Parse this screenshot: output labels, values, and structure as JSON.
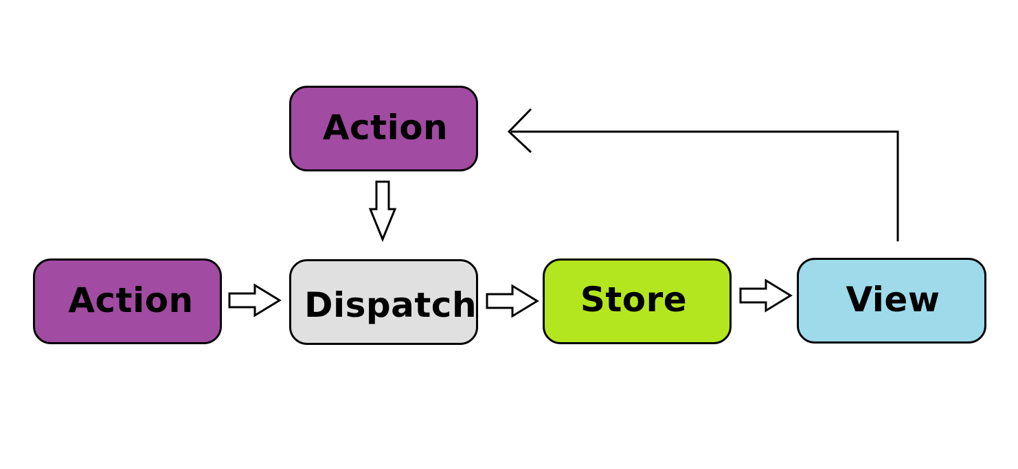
{
  "diagram": {
    "nodes": {
      "action_top": {
        "label": "Action",
        "color": "#a24ba2"
      },
      "action_left": {
        "label": "Action",
        "color": "#a24ba2"
      },
      "dispatch": {
        "label": "Dispatch",
        "color": "#e0e0e0"
      },
      "store": {
        "label": "Store",
        "color": "#b3e61e"
      },
      "view": {
        "label": "View",
        "color": "#9edaea"
      }
    },
    "edges": [
      {
        "from": "action_top",
        "to": "dispatch",
        "style": "hollow-arrow"
      },
      {
        "from": "action_left",
        "to": "dispatch",
        "style": "hollow-arrow"
      },
      {
        "from": "dispatch",
        "to": "store",
        "style": "hollow-arrow"
      },
      {
        "from": "store",
        "to": "view",
        "style": "hollow-arrow"
      },
      {
        "from": "view",
        "to": "action_top",
        "style": "line-arrow"
      }
    ]
  }
}
